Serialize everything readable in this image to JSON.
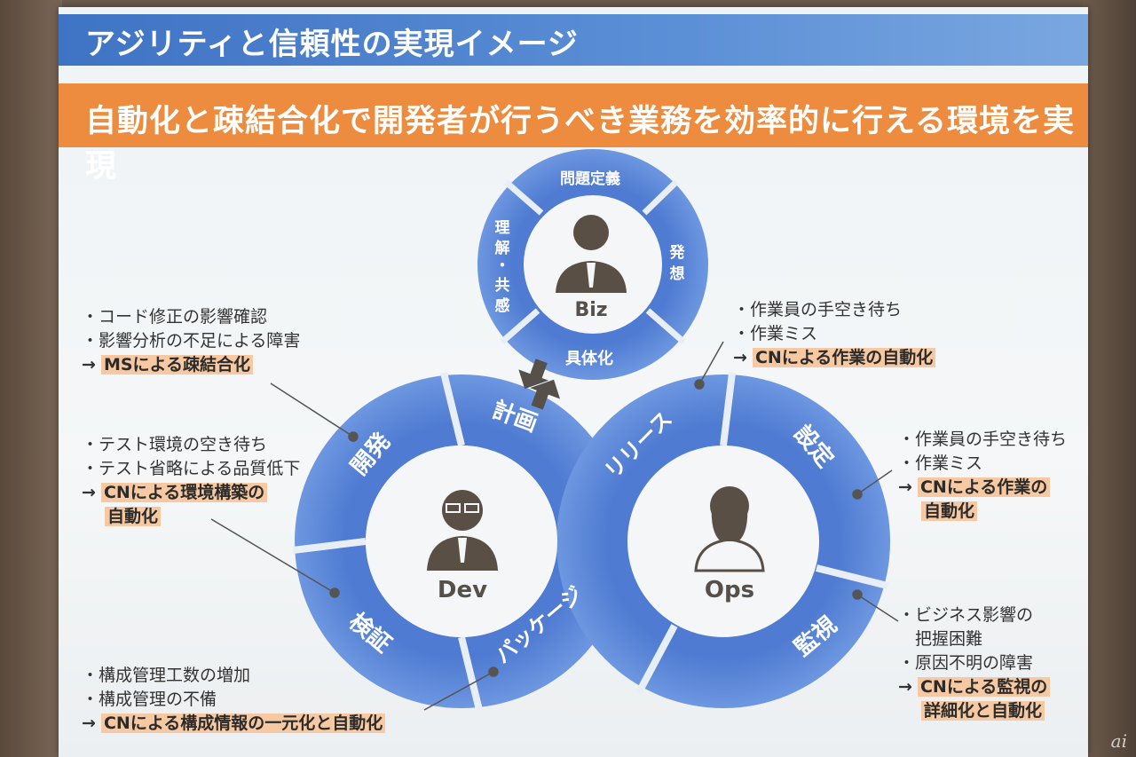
{
  "slide": {
    "title": "アジリティと信頼性の実現イメージ",
    "subtitle": "自動化と疎結合化で開発者が行うべき業務を効率的に行える環境を実現"
  },
  "biz": {
    "center": "Biz",
    "segments": [
      "問題定義",
      "発想",
      "具体化",
      "理解・共感"
    ]
  },
  "dev": {
    "center": "Dev",
    "segments": [
      "計画",
      "パッケージ",
      "検証",
      "開発"
    ]
  },
  "ops": {
    "center": "Ops",
    "segments": [
      "設定",
      "監視",
      "リリース"
    ]
  },
  "notes": {
    "dev_top": {
      "lines": [
        "・コード修正の影響確認",
        "・影響分析の不足による障害"
      ],
      "arrow": "→",
      "highlight": [
        "MSによる疎結合化"
      ]
    },
    "dev_mid": {
      "lines": [
        "・テスト環境の空き待ち",
        "・テスト省略による品質低下"
      ],
      "arrow": "→",
      "highlight": [
        "CNによる環境構築の",
        "自動化"
      ]
    },
    "dev_bottom": {
      "lines": [
        "・構成管理工数の増加",
        "・構成管理の不備"
      ],
      "arrow": "→",
      "highlight": [
        "CNによる構成情報の一元化と自動化"
      ]
    },
    "ops_top": {
      "lines": [
        "・作業員の手空き待ち",
        "・作業ミス"
      ],
      "arrow": "→",
      "highlight": [
        "CNによる作業の自動化"
      ]
    },
    "ops_mid": {
      "lines": [
        "・作業員の手空き待ち",
        "・作業ミス"
      ],
      "arrow": "→",
      "highlight": [
        "CNによる作業の",
        "自動化"
      ]
    },
    "ops_bottom": {
      "lines": [
        "・ビジネス影響の",
        "　把握困難",
        "・原因不明の障害"
      ],
      "arrow": "→",
      "highlight": [
        "CNによる監視の",
        "詳細化と自動化"
      ]
    }
  },
  "colors": {
    "ring": "#5b86d8",
    "ring_dark": "#4a73c4",
    "title_bar": "#4a7fcc",
    "subtitle_bar": "#ed8c3e",
    "highlight": "#f6c9a2",
    "figure": "#5a4f45"
  },
  "watermark": "ai"
}
